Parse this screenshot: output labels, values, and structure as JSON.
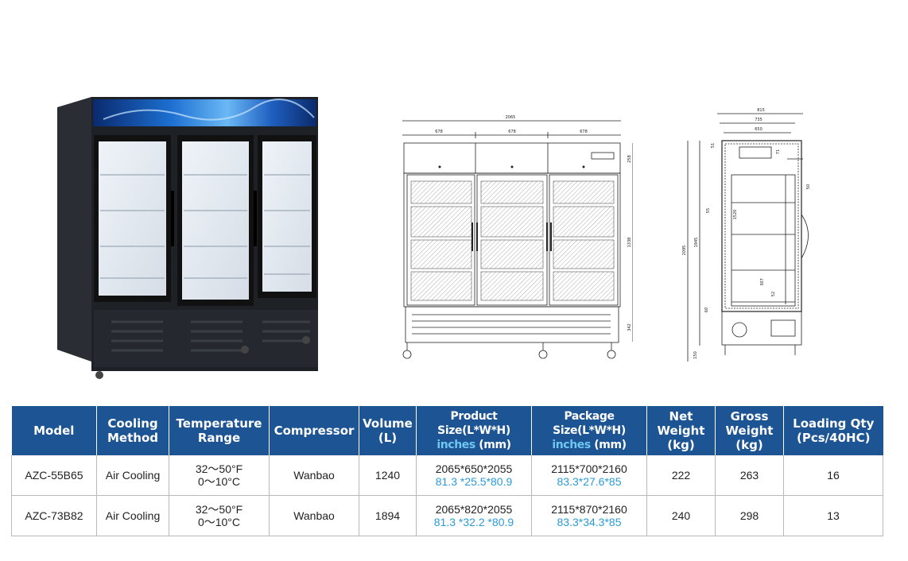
{
  "photo": {
    "icon": "glass-door-display-freezer-photo"
  },
  "front_drawing": {
    "overall_width": "2065",
    "door_widths": [
      "678",
      "678",
      "678"
    ],
    "dim_top": "258",
    "dim_mid": "1338",
    "dim_bottom": "342"
  },
  "side_drawing": {
    "depth_outer": "815",
    "depth_mid": "735",
    "depth_inner": "650",
    "dim_a": "51",
    "dim_b": "71",
    "dim_c": "50",
    "dim_d": "55",
    "dim_e": "1520",
    "dim_f": "307",
    "dim_g": "52",
    "dim_h": "60",
    "dim_i": "150",
    "height_total": "2095",
    "height_body": "1945"
  },
  "table": {
    "headers": {
      "model": "Model",
      "cooling_l1": "Cooling",
      "cooling_l2": "Method",
      "temp_l1": "Temperature",
      "temp_l2": "Range",
      "compressor": "Compressor",
      "volume_l1": "Volume",
      "volume_l2": "(L)",
      "product_l1": "Product Size(L*W*H)",
      "product_l2a": "inches",
      "product_l2b": " (mm)",
      "package_l1": "Package Size(L*W*H)",
      "package_l2a": "inches",
      "package_l2b": " (mm)",
      "net_l1": "Net",
      "net_l2": "Weight",
      "net_l3": "(kg)",
      "gross_l1": "Gross",
      "gross_l2": "Weight",
      "gross_l3": "(kg)",
      "loading_l1": "Loading Qty",
      "loading_l2": "(Pcs/40HC)"
    },
    "rows": [
      {
        "model": "AZC-55B65",
        "cooling": "Air Cooling",
        "temp_f": "32～50°F",
        "temp_c": "0～10°C",
        "compressor": "Wanbao",
        "volume": "1240",
        "product_mm": "2065*650*2055",
        "product_in": "81.3 *25.5*80.9",
        "package_mm": "2115*700*2160",
        "package_in": "83.3*27.6*85",
        "net": "222",
        "gross": "263",
        "qty": "16"
      },
      {
        "model": "AZC-73B82",
        "cooling": "Air Cooling",
        "temp_f": "32～50°F",
        "temp_c": "0～10°C",
        "compressor": "Wanbao",
        "volume": "1894",
        "product_mm": "2065*820*2055",
        "product_in": "81.3 *32.2 *80.9",
        "package_mm": "2115*870*2160",
        "package_in": "83.3*34.3*85",
        "net": "240",
        "gross": "298",
        "qty": "13"
      }
    ]
  }
}
